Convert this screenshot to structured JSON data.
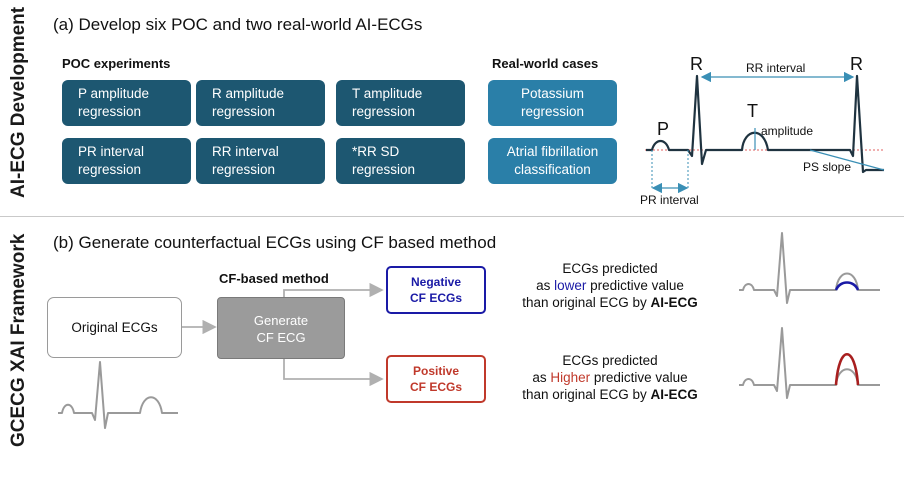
{
  "side_labels": {
    "top": "AI-ECG Development",
    "bottom": "GCECG  XAI Framework"
  },
  "section_a": {
    "title": "(a) Develop six POC and two real-world AI-ECGs",
    "poc_heading": "POC experiments",
    "realworld_heading": "Real-world cases",
    "poc_boxes": [
      {
        "line1": "P amplitude",
        "line2": "regression"
      },
      {
        "line1": "R amplitude",
        "line2": "regression"
      },
      {
        "line1": "T amplitude",
        "line2": "regression"
      },
      {
        "line1": "PR interval",
        "line2": "regression"
      },
      {
        "line1": "RR interval",
        "line2": "regression"
      },
      {
        "line1": "*RR SD",
        "line2": "regression"
      }
    ],
    "realworld_boxes": [
      {
        "line1": "Potassium",
        "line2": "regression"
      },
      {
        "line1": "Atrial fibrillation",
        "line2": "classification"
      }
    ],
    "ecg_diagram": {
      "r_left": "R",
      "r_right": "R",
      "rr_interval": "RR interval",
      "p": "P",
      "t": "T",
      "amplitude": "amplitude",
      "ps_slope": "PS slope",
      "pr_interval": "PR interval"
    }
  },
  "section_b": {
    "title": "(b) Generate counterfactual ECGs using CF based method",
    "original_box": "Original ECGs",
    "cf_method_heading": "CF-based method",
    "generate_box": {
      "line1": "Generate",
      "line2": "CF ECG"
    },
    "negative_box": {
      "line1": "Negative",
      "line2": "CF  ECGs"
    },
    "positive_box": {
      "line1": "Positive",
      "line2": "CF  ECGs"
    },
    "negative_desc": {
      "line1": "ECGs predicted",
      "line2_pre": "as ",
      "line2_em": "lower",
      "line2_post": " predictive value",
      "line3_pre": "than original ECG by ",
      "line3_bold": "AI-ECG"
    },
    "positive_desc": {
      "line1": "ECGs predicted",
      "line2_pre": "as ",
      "line2_em": "Higher",
      "line2_post": " predictive value",
      "line3_pre": "than original ECG by ",
      "line3_bold": "AI-ECG"
    }
  },
  "colors": {
    "poc_box": "#1d5771",
    "realworld_box": "#2a7fa8",
    "negative": "#1a1aa6",
    "positive": "#c0392b",
    "ecg_line": "#9a9a9a",
    "dark_ecg": "#1f3340"
  }
}
